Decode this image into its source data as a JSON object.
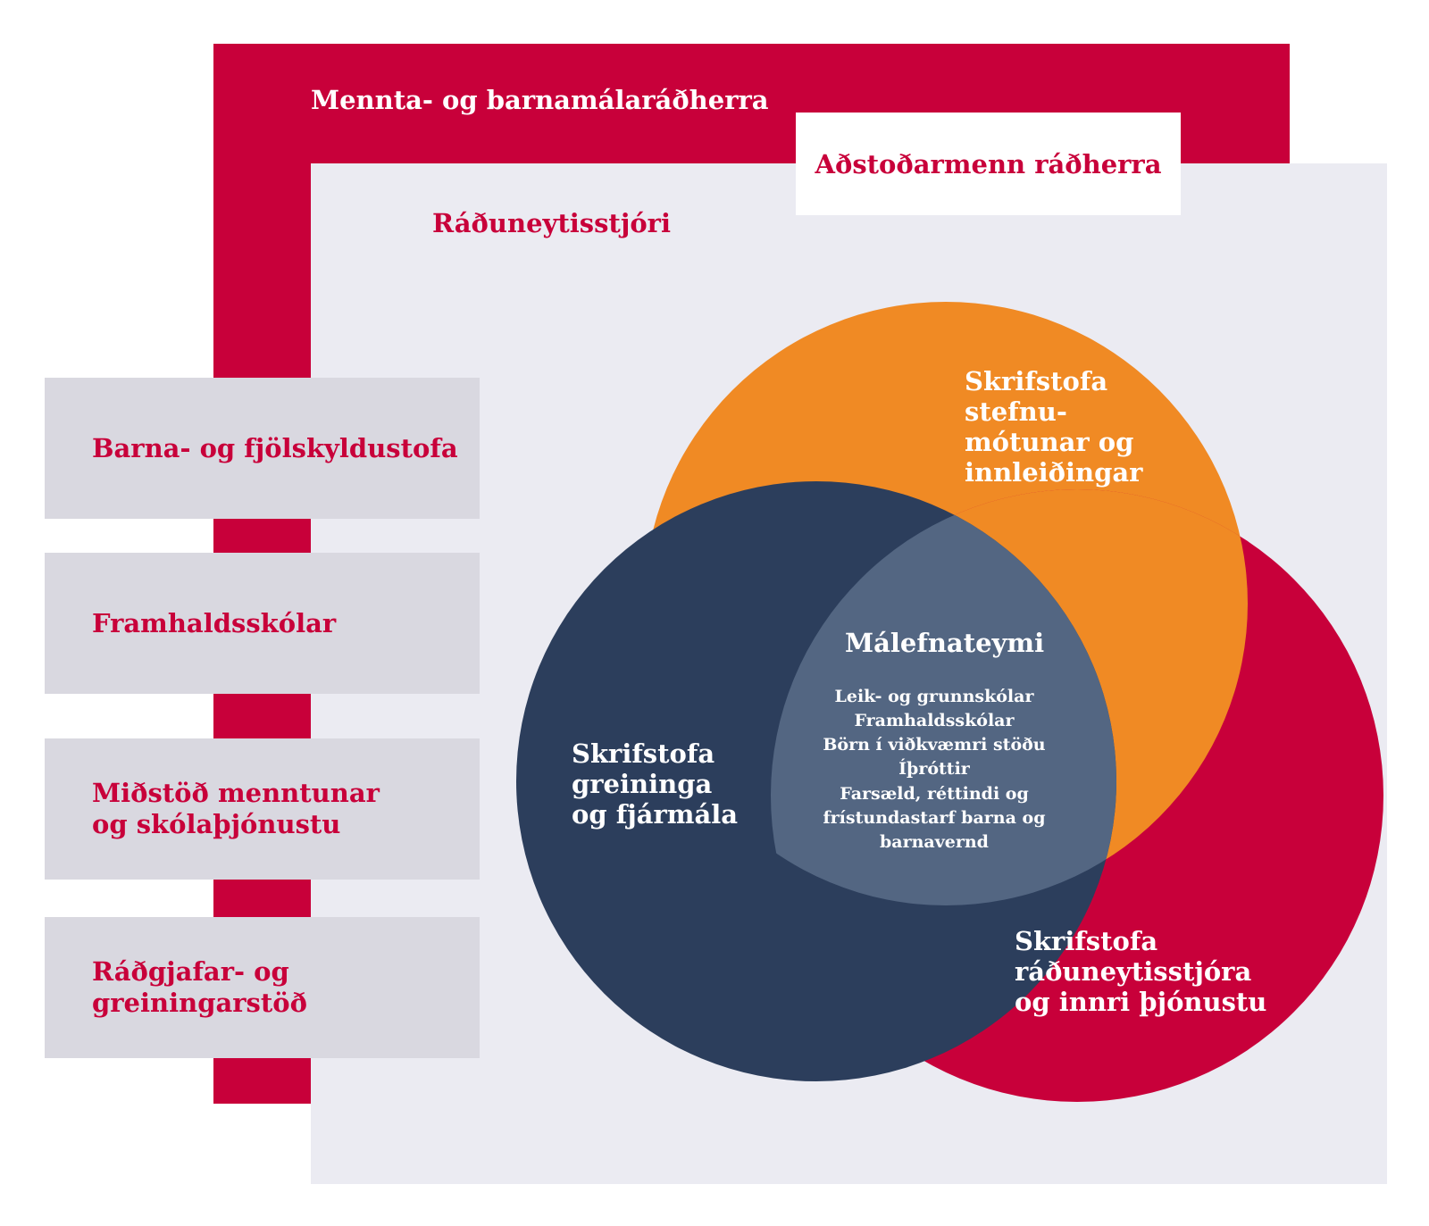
{
  "header": {
    "minister": "Mennta- og barnamálaráðherra",
    "assistants": "Aðstoðarmenn ráðherra",
    "permanent_secretary": "Ráðuneytisstjóri"
  },
  "agencies": [
    "Barna- og fjölskyldustofa",
    "Framhaldsskólar",
    "Miðstöð menntunar\nog skólaþjónustu",
    "Ráðgjafar- og\ngreiningarstöð"
  ],
  "offices": {
    "policy": "Skrifstofa\nstefnu-\nmótunar og\ninnleiðingar",
    "analysis_finance": "Skrifstofa\ngreininga\nog fjármála",
    "secretary_internal": "Skrifstofa\nráðuneytisstjóra\nog innri þjónustu"
  },
  "policy_teams": {
    "title": "Málefnateymi",
    "items": [
      "Leik- og grunnskólar",
      "Framhaldsskólar",
      "Börn í viðkvæmri stöðu",
      "Íþróttir",
      "Farsæld, réttindi og",
      "frístundastarf barna og",
      "barnavernd"
    ]
  },
  "colors": {
    "red": "#c8003a",
    "orange": "#f08a24",
    "navy": "#2c3e5c",
    "slate": "#536682",
    "panel": "#ebebf2",
    "agency_box": "#d9d8e0"
  }
}
